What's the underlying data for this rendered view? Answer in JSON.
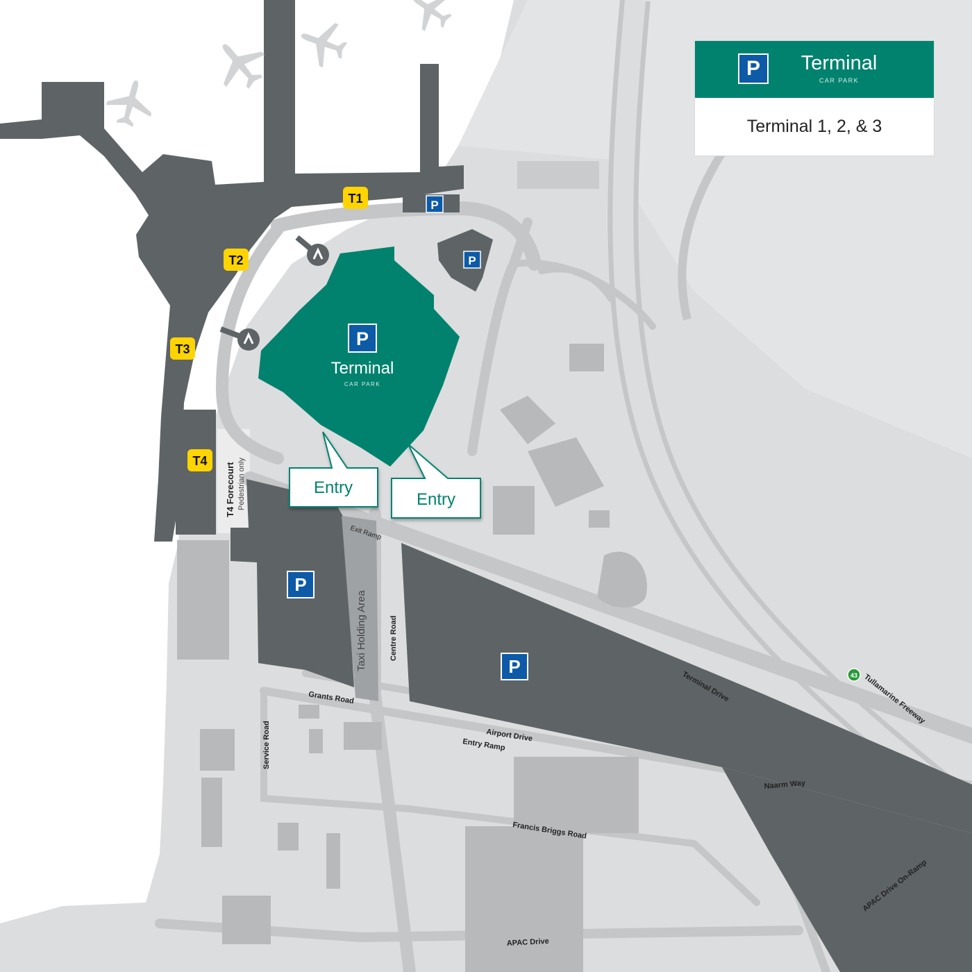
{
  "legend": {
    "title": "Terminal",
    "subtitle": "CAR PARK",
    "body": "Terminal 1, 2, & 3",
    "parking_symbol": "P"
  },
  "terminals": {
    "t1": "T1",
    "t2": "T2",
    "t3": "T3",
    "t4": "T4"
  },
  "car_park": {
    "title": "Terminal",
    "subtitle": "CAR PARK",
    "parking_symbol": "P"
  },
  "entries": {
    "entry_1": "Entry",
    "entry_2": "Entry"
  },
  "forecourt": {
    "title": "T4 Forecourt",
    "note": "Pedestrian only"
  },
  "parking_symbol": "P",
  "roads": {
    "exit_ramp": "Exit Ramp",
    "taxi_holding": "Taxi Holding Area",
    "centre_road": "Centre Road",
    "grants_road": "Grants Road",
    "service_road": "Service Road",
    "airport_drive": "Airport Drive",
    "entry_ramp": "Entry Ramp",
    "terminal_drive": "Terminal Drive",
    "tullamarine_freeway": "Tullamarine Freeway",
    "freeway_shield": "43",
    "naarm_way": "Naarm Way",
    "francis_briggs": "Francis Briggs Road",
    "apac_on_ramp": "APAC Drive On-Ramp",
    "apac_drive": "APAC Drive"
  },
  "colors": {
    "background": "#ffffff",
    "land": "#dcddde",
    "road": "#c4c6c8",
    "building": "#5e6366",
    "carpark_accent": "#00826f",
    "parking_blue": "#0d5aa7",
    "terminal_yellow": "#ffd400"
  },
  "icons": {
    "parking": "parking-icon",
    "plane": "plane-icon",
    "entry_pointer": "entry-callout",
    "walkway": "walkway-icon"
  }
}
